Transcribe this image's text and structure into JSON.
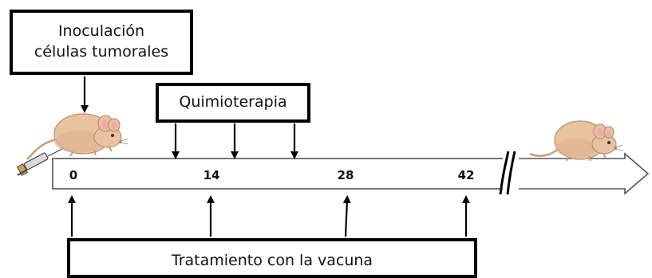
{
  "boxes": {
    "inoculation_line1": "Inoculación",
    "inoculation_line2": "células tumorales",
    "chemotherapy": "Quimioterapia",
    "vaccine": "Tratamiento con la vacuna"
  },
  "timeline": {
    "ticks": [
      "0",
      "14",
      "28",
      "42"
    ]
  },
  "colors": {
    "mouse_body": "#e8c3a0",
    "mouse_shadow": "#c99b75",
    "mouse_ear_inner": "#f0a9a9",
    "arrow_stroke": "#555555"
  },
  "icons": {
    "mouse": "mouse-icon",
    "syringe": "syringe-icon",
    "break_mark": "axis-break-icon"
  }
}
